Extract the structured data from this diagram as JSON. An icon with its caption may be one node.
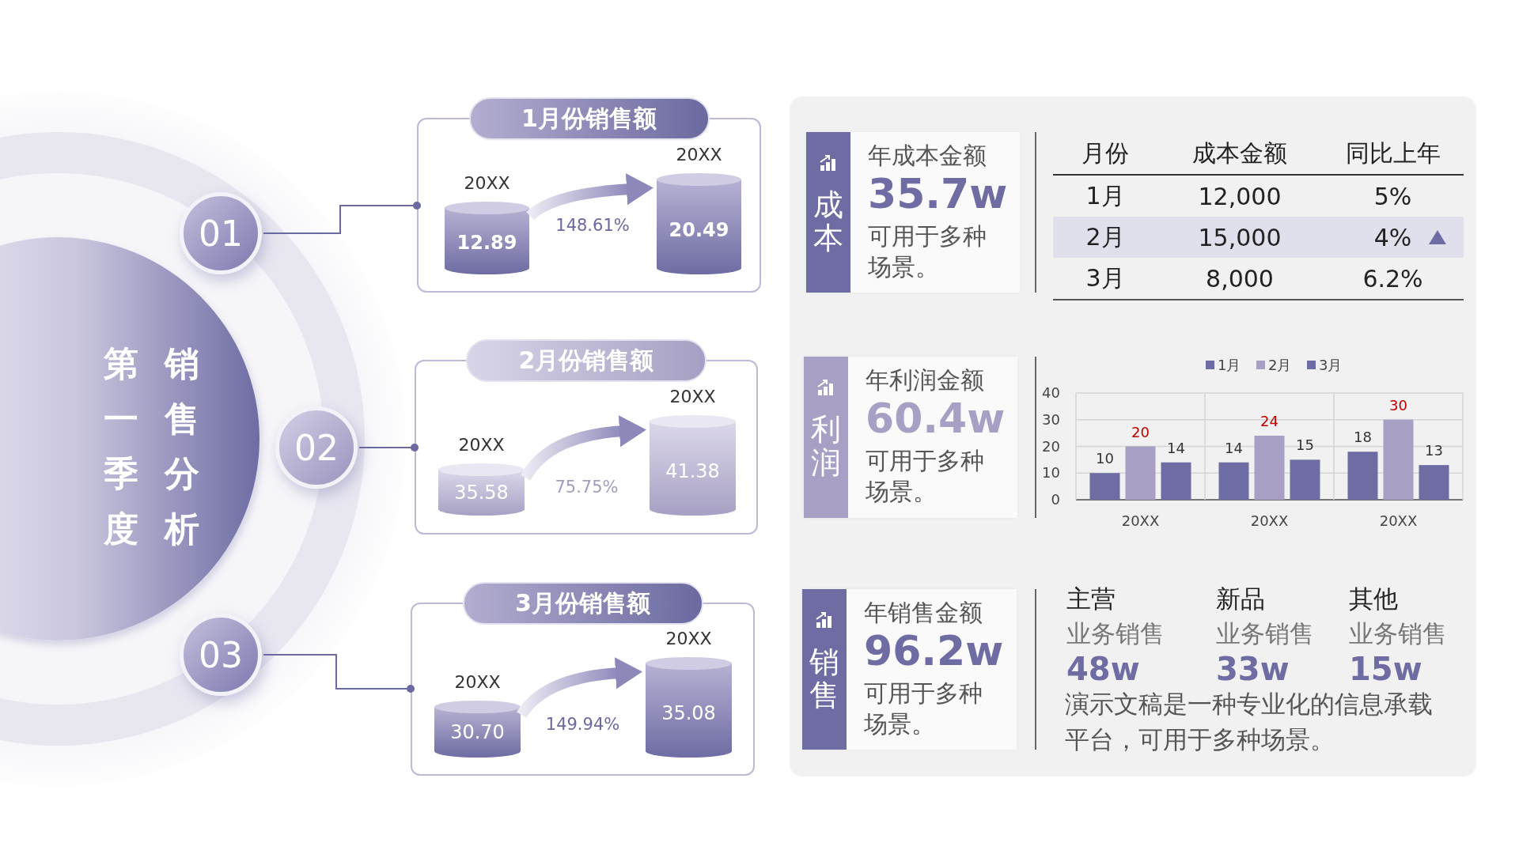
{
  "diagram": {
    "nodes": [
      {
        "text": [
          "第一季度",
          "销售分析"
        ]
      },
      {
        "text": [
          "01"
        ]
      },
      {
        "text": [
          "02"
        ]
      },
      {
        "text": [
          "03"
        ]
      },
      {
        "text": [
          "1月份销售额"
        ]
      },
      {
        "text": [
          "12.89"
        ],
        "beside": [
          "20XX"
        ],
        "in": 4
      },
      {
        "text": [
          "20.49"
        ],
        "beside": [
          "20XX"
        ],
        "in": 4
      },
      {
        "text": [
          "2月份销售额"
        ]
      },
      {
        "text": [
          "35.58"
        ],
        "beside": [
          "20XX"
        ],
        "in": 7
      },
      {
        "text": [
          "41.38"
        ],
        "beside": [
          "20XX"
        ],
        "in": 7
      },
      {
        "text": [
          "3月份销售额"
        ]
      },
      {
        "text": [
          "30.70"
        ],
        "beside": [
          "20XX"
        ],
        "in": 10
      },
      {
        "text": [
          "35.08"
        ],
        "beside": [
          "20XX"
        ],
        "in": 10
      },
      {
        "text": [
          "成本",
          "年成本金额",
          "35.7w",
          "可用于多种场景。"
        ]
      },
      {
        "text": [
          "利润",
          "年利润金额",
          "60.4w",
          "可用于多种场景。"
        ]
      },
      {
        "text": [
          "销售",
          "年销售金额",
          "96.2w",
          "可用于多种场景。"
        ]
      }
    ],
    "edges": [
      {
        "from": 1,
        "to": 4,
        "arrow": "other"
      },
      {
        "from": 2,
        "to": 7,
        "arrow": "other"
      },
      {
        "from": 3,
        "to": 10,
        "arrow": "other"
      },
      {
        "from": 5,
        "to": 6,
        "arrow": "to",
        "label": "148.61%",
        "style": "thick"
      },
      {
        "from": 8,
        "to": 9,
        "arrow": "to",
        "label": "75.75%",
        "style": "thick"
      },
      {
        "from": 11,
        "to": 12,
        "arrow": "to",
        "label": "149.94%",
        "style": "thick"
      }
    ],
    "labels": [
      "月份",
      "成本金额",
      "同比上年",
      "1月",
      "12,000",
      "5%",
      "2月",
      "15,000",
      "4%",
      "3月",
      "8,000",
      "6.2%",
      "主营",
      "新品",
      "其他",
      "业务销售",
      "业务销售",
      "业务销售",
      "48w",
      "33w",
      "15w",
      "演示文稿是一种专业化的信息承载平台，可用于多种场景。"
    ],
    "chart_data": {
      "type": "bar",
      "categories": [
        "20XX",
        "20XX",
        "20XX"
      ],
      "series": [
        {
          "name": "1月",
          "color": "#6e6ca3",
          "values": [
            10,
            14,
            18
          ]
        },
        {
          "name": "2月",
          "color": "#a7a0c4",
          "values": [
            20,
            24,
            30
          ]
        },
        {
          "name": "3月",
          "color": "#6e6ca3",
          "values": [
            14,
            15,
            13
          ]
        }
      ],
      "ylim": [
        0,
        40
      ],
      "yticks": [
        0,
        10,
        20,
        30,
        40
      ],
      "data_labels": true,
      "grid": true,
      "legend": "top"
    }
  }
}
